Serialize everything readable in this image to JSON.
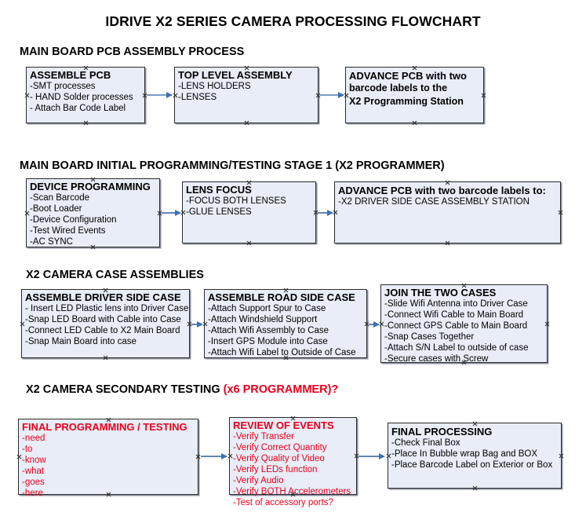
{
  "document": {
    "title": "IDRIVE X2  SERIES CAMERA PROCESSING FLOWCHART"
  },
  "colors": {
    "box_fill": "#e8edf7",
    "box_border": "#2b2b2b",
    "arrow": "#5e86b5",
    "accent_red": "#e8001c",
    "text": "#000000"
  },
  "sections": [
    {
      "id": "main-board-pcb-assembly",
      "heading": "MAIN BOARD PCB ASSEMBLY PROCESS",
      "heading_accent": "",
      "boxes": [
        {
          "id": "assemble-pcb",
          "title": "ASSEMBLE PCB",
          "lines": [
            "-SMT processes",
            "- HAND Solder processes",
            "- Attach Bar Code Label"
          ]
        },
        {
          "id": "top-level-assembly",
          "title": "TOP LEVEL ASSEMBLY",
          "lines": [
            "-LENS HOLDERS",
            "-LENSES"
          ]
        },
        {
          "id": "advance-pcb-to-x2-programming-station",
          "title": "ADVANCE PCB with two",
          "lines": [
            "barcode labels to the",
            " X2 Programming Station"
          ]
        }
      ]
    },
    {
      "id": "main-board-initial-programming",
      "heading": "MAIN BOARD INITIAL PROGRAMMING/TESTING STAGE 1 (X2 PROGRAMMER)",
      "heading_accent": "",
      "boxes": [
        {
          "id": "device-programming",
          "title": "DEVICE PROGRAMMING",
          "lines": [
            "-Scan Barcode",
            "-Boot Loader",
            "-Device Configuration",
            "-Test Wired Events",
            "-AC SYNC"
          ]
        },
        {
          "id": "lens-focus",
          "title": "LENS FOCUS",
          "lines": [
            "-FOCUS BOTH LENSES",
            "-GLUE LENSES"
          ]
        },
        {
          "id": "advance-pcb-to-driver-side-case",
          "title": "ADVANCE PCB with two barcode labels to:",
          "lines": [
            "-X2 DRIVER  SIDE  CASE  ASSEMBLY STATION"
          ]
        }
      ]
    },
    {
      "id": "x2-camera-case-assemblies",
      "heading": "X2 CAMERA CASE ASSEMBLIES",
      "heading_accent": "",
      "boxes": [
        {
          "id": "assemble-driver-side-case",
          "title": "ASSEMBLE DRIVER SIDE CASE",
          "lines": [
            "- Insert LED Plastic lens into Driver Case",
            "-Snap LED Board with Cable into Case",
            "-Connect LED Cable to X2 Main Board",
            "-Snap Main Board into case"
          ]
        },
        {
          "id": "assemble-road-side-case",
          "title": "ASSEMBLE ROAD SIDE CASE",
          "lines": [
            "-Attach Support Spur to Case",
            "-Attach Windshield Support",
            "-Attach Wifi Assembly to Case",
            "-Insert GPS Module into Case",
            "-Attach Wifi Label to Outside of Case"
          ]
        },
        {
          "id": "join-the-two-cases",
          "title": "JOIN THE TWO CASES",
          "lines": [
            "-Slide Wifi Antenna into Driver Case",
            "-Connect Wifi Cable to Main Board",
            "-Connect GPS Cable to Main Board",
            "-Snap Cases Together",
            "-Attach S/N Label to outside of case",
            "-Secure cases with Screw"
          ]
        }
      ]
    },
    {
      "id": "x2-camera-secondary-testing",
      "heading": "X2 CAMERA SECONDARY TESTING ",
      "heading_accent": "(x6 PROGRAMMER)?",
      "boxes": [
        {
          "id": "final-programming-testing",
          "title": "FINAL PROGRAMMING / TESTING",
          "lines": [
            "-need",
            "-to",
            "-know",
            "-what",
            "-goes",
            "-here"
          ]
        },
        {
          "id": "review-of-events",
          "title": "REVIEW OF EVENTS",
          "lines": [
            "-Verify Transfer",
            "-Verify Correct Quantity",
            "-Verify Quality of Video",
            "-Verify LEDs function",
            "-Verify Audio",
            "-Verify BOTH Accelerometers",
            "-Test of accessory ports?"
          ]
        },
        {
          "id": "final-processing",
          "title": "FINAL PROCESSING",
          "lines": [
            " -Check Final Box",
            "-Place In Bubble wrap Bag and BOX",
            "-Place Barcode Label on Exterior or Box"
          ]
        }
      ]
    }
  ]
}
